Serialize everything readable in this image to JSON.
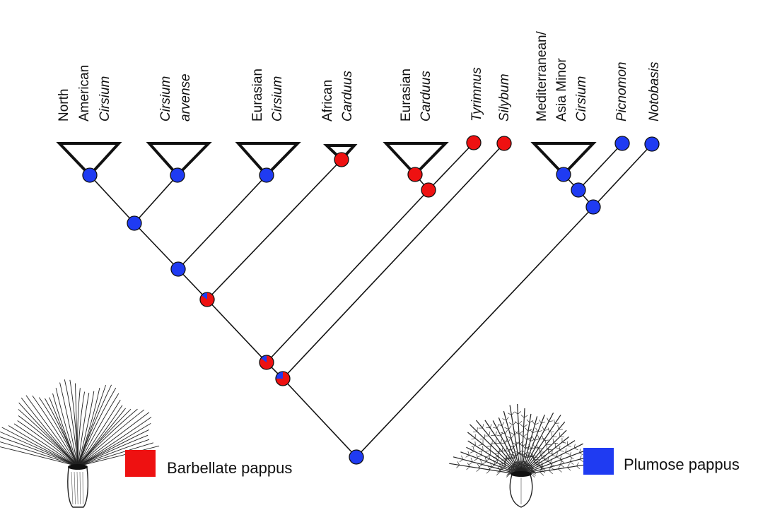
{
  "colors": {
    "barbellate": "#ee1111",
    "plumose": "#1f3bf2",
    "line": "#111111"
  },
  "taxa": [
    {
      "id": "na_cirsium",
      "lines": [
        {
          "text": "North",
          "italic": false
        },
        {
          "text": "American",
          "italic": false
        },
        {
          "text": "Cirsium",
          "italic": true
        }
      ],
      "state": "plumose"
    },
    {
      "id": "cirsium_arvense",
      "lines": [
        {
          "text": "Cirsium",
          "italic": true
        },
        {
          "text": "arvense",
          "italic": true
        }
      ],
      "state": "plumose"
    },
    {
      "id": "eurasian_cirsium",
      "lines": [
        {
          "text": "Eurasian",
          "italic": false
        },
        {
          "text": "Cirsium",
          "italic": true
        }
      ],
      "state": "plumose"
    },
    {
      "id": "african_carduus",
      "lines": [
        {
          "text": "African",
          "italic": false
        },
        {
          "text": "Carduus",
          "italic": true
        }
      ],
      "state": "barbellate"
    },
    {
      "id": "eurasian_carduus",
      "lines": [
        {
          "text": "Eurasian",
          "italic": false
        },
        {
          "text": "Carduus",
          "italic": true
        }
      ],
      "state": "barbellate"
    },
    {
      "id": "tyrimnus",
      "lines": [
        {
          "text": "Tyrimnus",
          "italic": true
        }
      ],
      "state": "barbellate"
    },
    {
      "id": "silybum",
      "lines": [
        {
          "text": "Silybum",
          "italic": true
        }
      ],
      "state": "barbellate"
    },
    {
      "id": "med_cirsium",
      "lines": [
        {
          "text": "Mediterranean/",
          "italic": false
        },
        {
          "text": "Asia Minor",
          "italic": false
        },
        {
          "text": "Cirsium",
          "italic": true
        }
      ],
      "state": "plumose"
    },
    {
      "id": "picnomon",
      "lines": [
        {
          "text": "Picnomon",
          "italic": true
        }
      ],
      "state": "plumose"
    },
    {
      "id": "notobasis",
      "lines": [
        {
          "text": "Notobasis",
          "italic": true
        }
      ],
      "state": "plumose"
    }
  ],
  "internal_nodes": [
    {
      "id": "n_na_arv",
      "children": [
        "na_cirsium",
        "cirsium_arvense"
      ],
      "barbellate_fraction": 0
    },
    {
      "id": "n_cirsium",
      "children": [
        "n_na_arv",
        "eurasian_cirsium"
      ],
      "barbellate_fraction": 0
    },
    {
      "id": "n_carduus_split",
      "children": [
        "n_cirsium",
        "african_carduus"
      ],
      "barbellate_fraction": 0.85
    },
    {
      "id": "n_tyrimnus",
      "children": [
        "n_carduus_split",
        "carduus_tyrimnus"
      ],
      "barbellate_fraction": 0.85
    },
    {
      "id": "n_silybum",
      "children": [
        "n_tyrimnus",
        "silybum"
      ],
      "barbellate_fraction": 0.75
    },
    {
      "id": "carduus_tyrimnus",
      "children": [
        "eurasian_carduus",
        "tyrimnus"
      ],
      "barbellate_fraction": 1
    },
    {
      "id": "n_med_pic",
      "children": [
        "med_cirsium",
        "picnomon"
      ],
      "barbellate_fraction": 0
    },
    {
      "id": "n_med_not",
      "children": [
        "n_med_pic",
        "notobasis"
      ],
      "barbellate_fraction": 0
    },
    {
      "id": "root",
      "children": [
        "n_silybum",
        "n_med_not"
      ],
      "barbellate_fraction": 0
    }
  ],
  "legend": {
    "barbellate": {
      "label": "Barbellate pappus",
      "color": "#ee1111"
    },
    "plumose": {
      "label": "Plumose pappus",
      "color": "#1f3bf2"
    }
  },
  "illustrations": {
    "left": "barbellate-pappus-drawing",
    "right": "plumose-pappus-drawing"
  }
}
